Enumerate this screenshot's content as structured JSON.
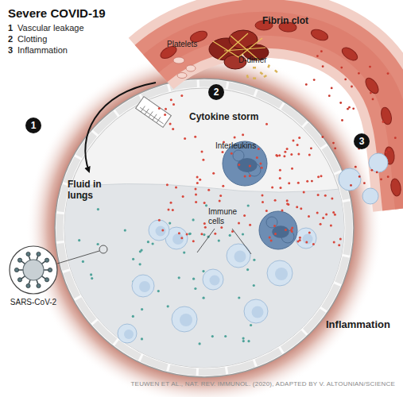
{
  "diagram": {
    "title": "Severe COVID-19",
    "caption": "TEUWEN ET AL., NAT. REV. IMMUNOL. (2020), ADAPTED BY V. ALTOUNIAN/SCIENCE",
    "nodes": [
      {
        "text": [
          "SARS-CoV-2"
        ]
      }
    ],
    "labels": [
      "1",
      "Vascular leakage",
      "2",
      "Clotting",
      "3",
      "Inflammation",
      "Platelets",
      "2",
      "Fibrin clot",
      "D-dimer",
      "1",
      "Cytokine storm",
      "Interleukins",
      "Fluid in lungs",
      "Immune cells",
      "3",
      "Inflammation"
    ]
  }
}
